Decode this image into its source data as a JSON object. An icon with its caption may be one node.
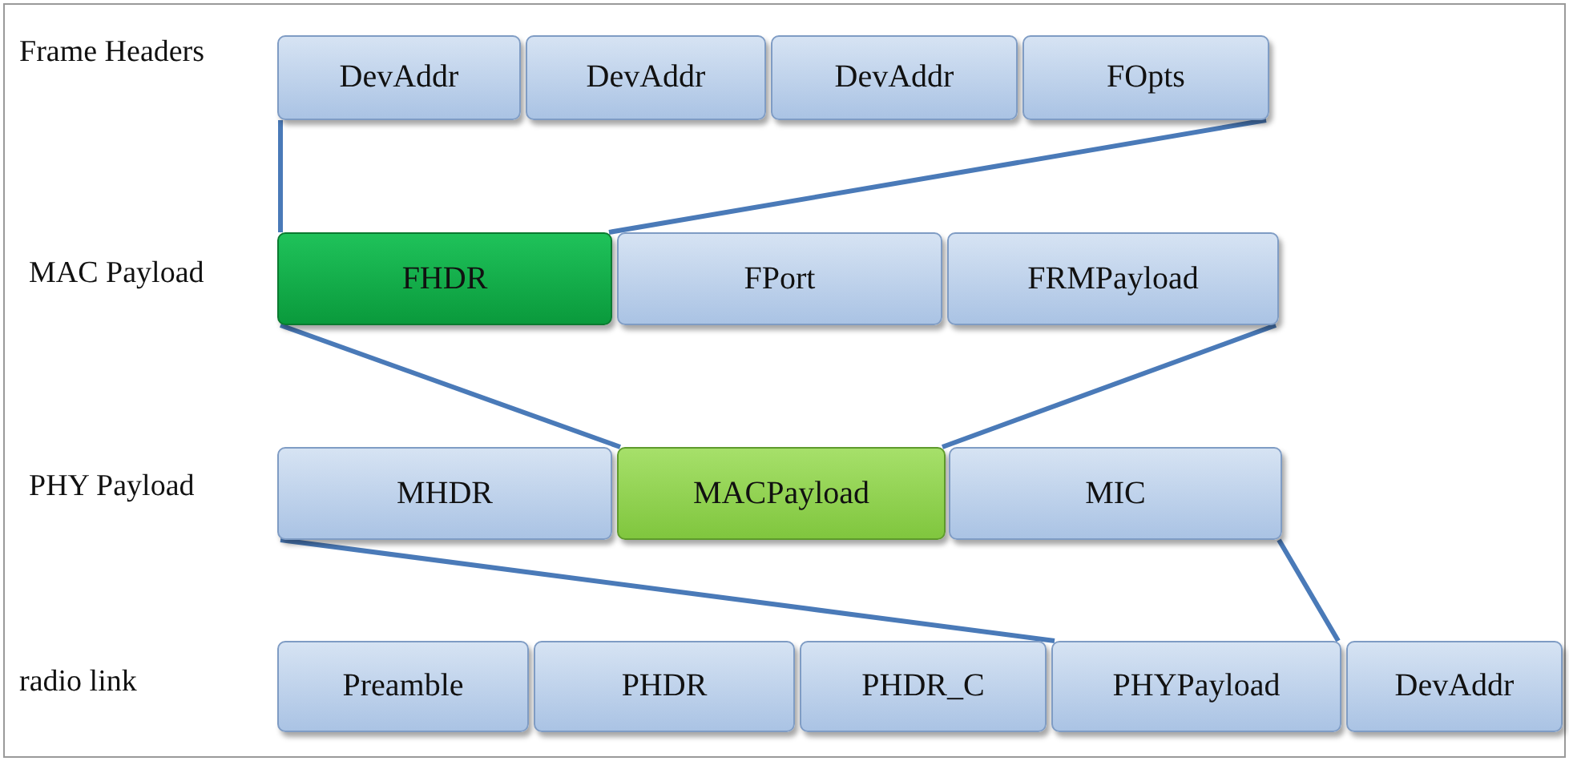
{
  "diagram": {
    "nodes": [
      {
        "text": [
          "DevAddr"
        ]
      },
      {
        "text": [
          "DevAddr"
        ]
      },
      {
        "text": [
          "DevAddr"
        ]
      },
      {
        "text": [
          "FOpts"
        ]
      },
      {
        "text": [
          "FHDR"
        ]
      },
      {
        "text": [
          "FPort"
        ]
      },
      {
        "text": [
          "FRMPayload"
        ]
      },
      {
        "text": [
          "MHDR"
        ]
      },
      {
        "text": [
          "MACPayload"
        ]
      },
      {
        "text": [
          "MIC"
        ]
      },
      {
        "text": [
          "Preamble"
        ]
      },
      {
        "text": [
          "PHDR"
        ]
      },
      {
        "text": [
          "PHDR_C"
        ]
      },
      {
        "text": [
          "PHYPayload"
        ]
      },
      {
        "text": [
          "DevAddr"
        ]
      }
    ],
    "edges": [
      {
        "from": 4,
        "to": 0,
        "arrow": "none"
      },
      {
        "from": 4,
        "to": 3,
        "arrow": "none"
      },
      {
        "from": 8,
        "to": 4,
        "arrow": "none"
      },
      {
        "from": 8,
        "to": 6,
        "arrow": "none"
      },
      {
        "from": 13,
        "to": 7,
        "arrow": "none"
      },
      {
        "from": 13,
        "to": 9,
        "arrow": "none"
      }
    ],
    "labels": [
      "Frame Headers",
      "MAC Payload",
      "PHY Payload",
      "radio link"
    ]
  }
}
